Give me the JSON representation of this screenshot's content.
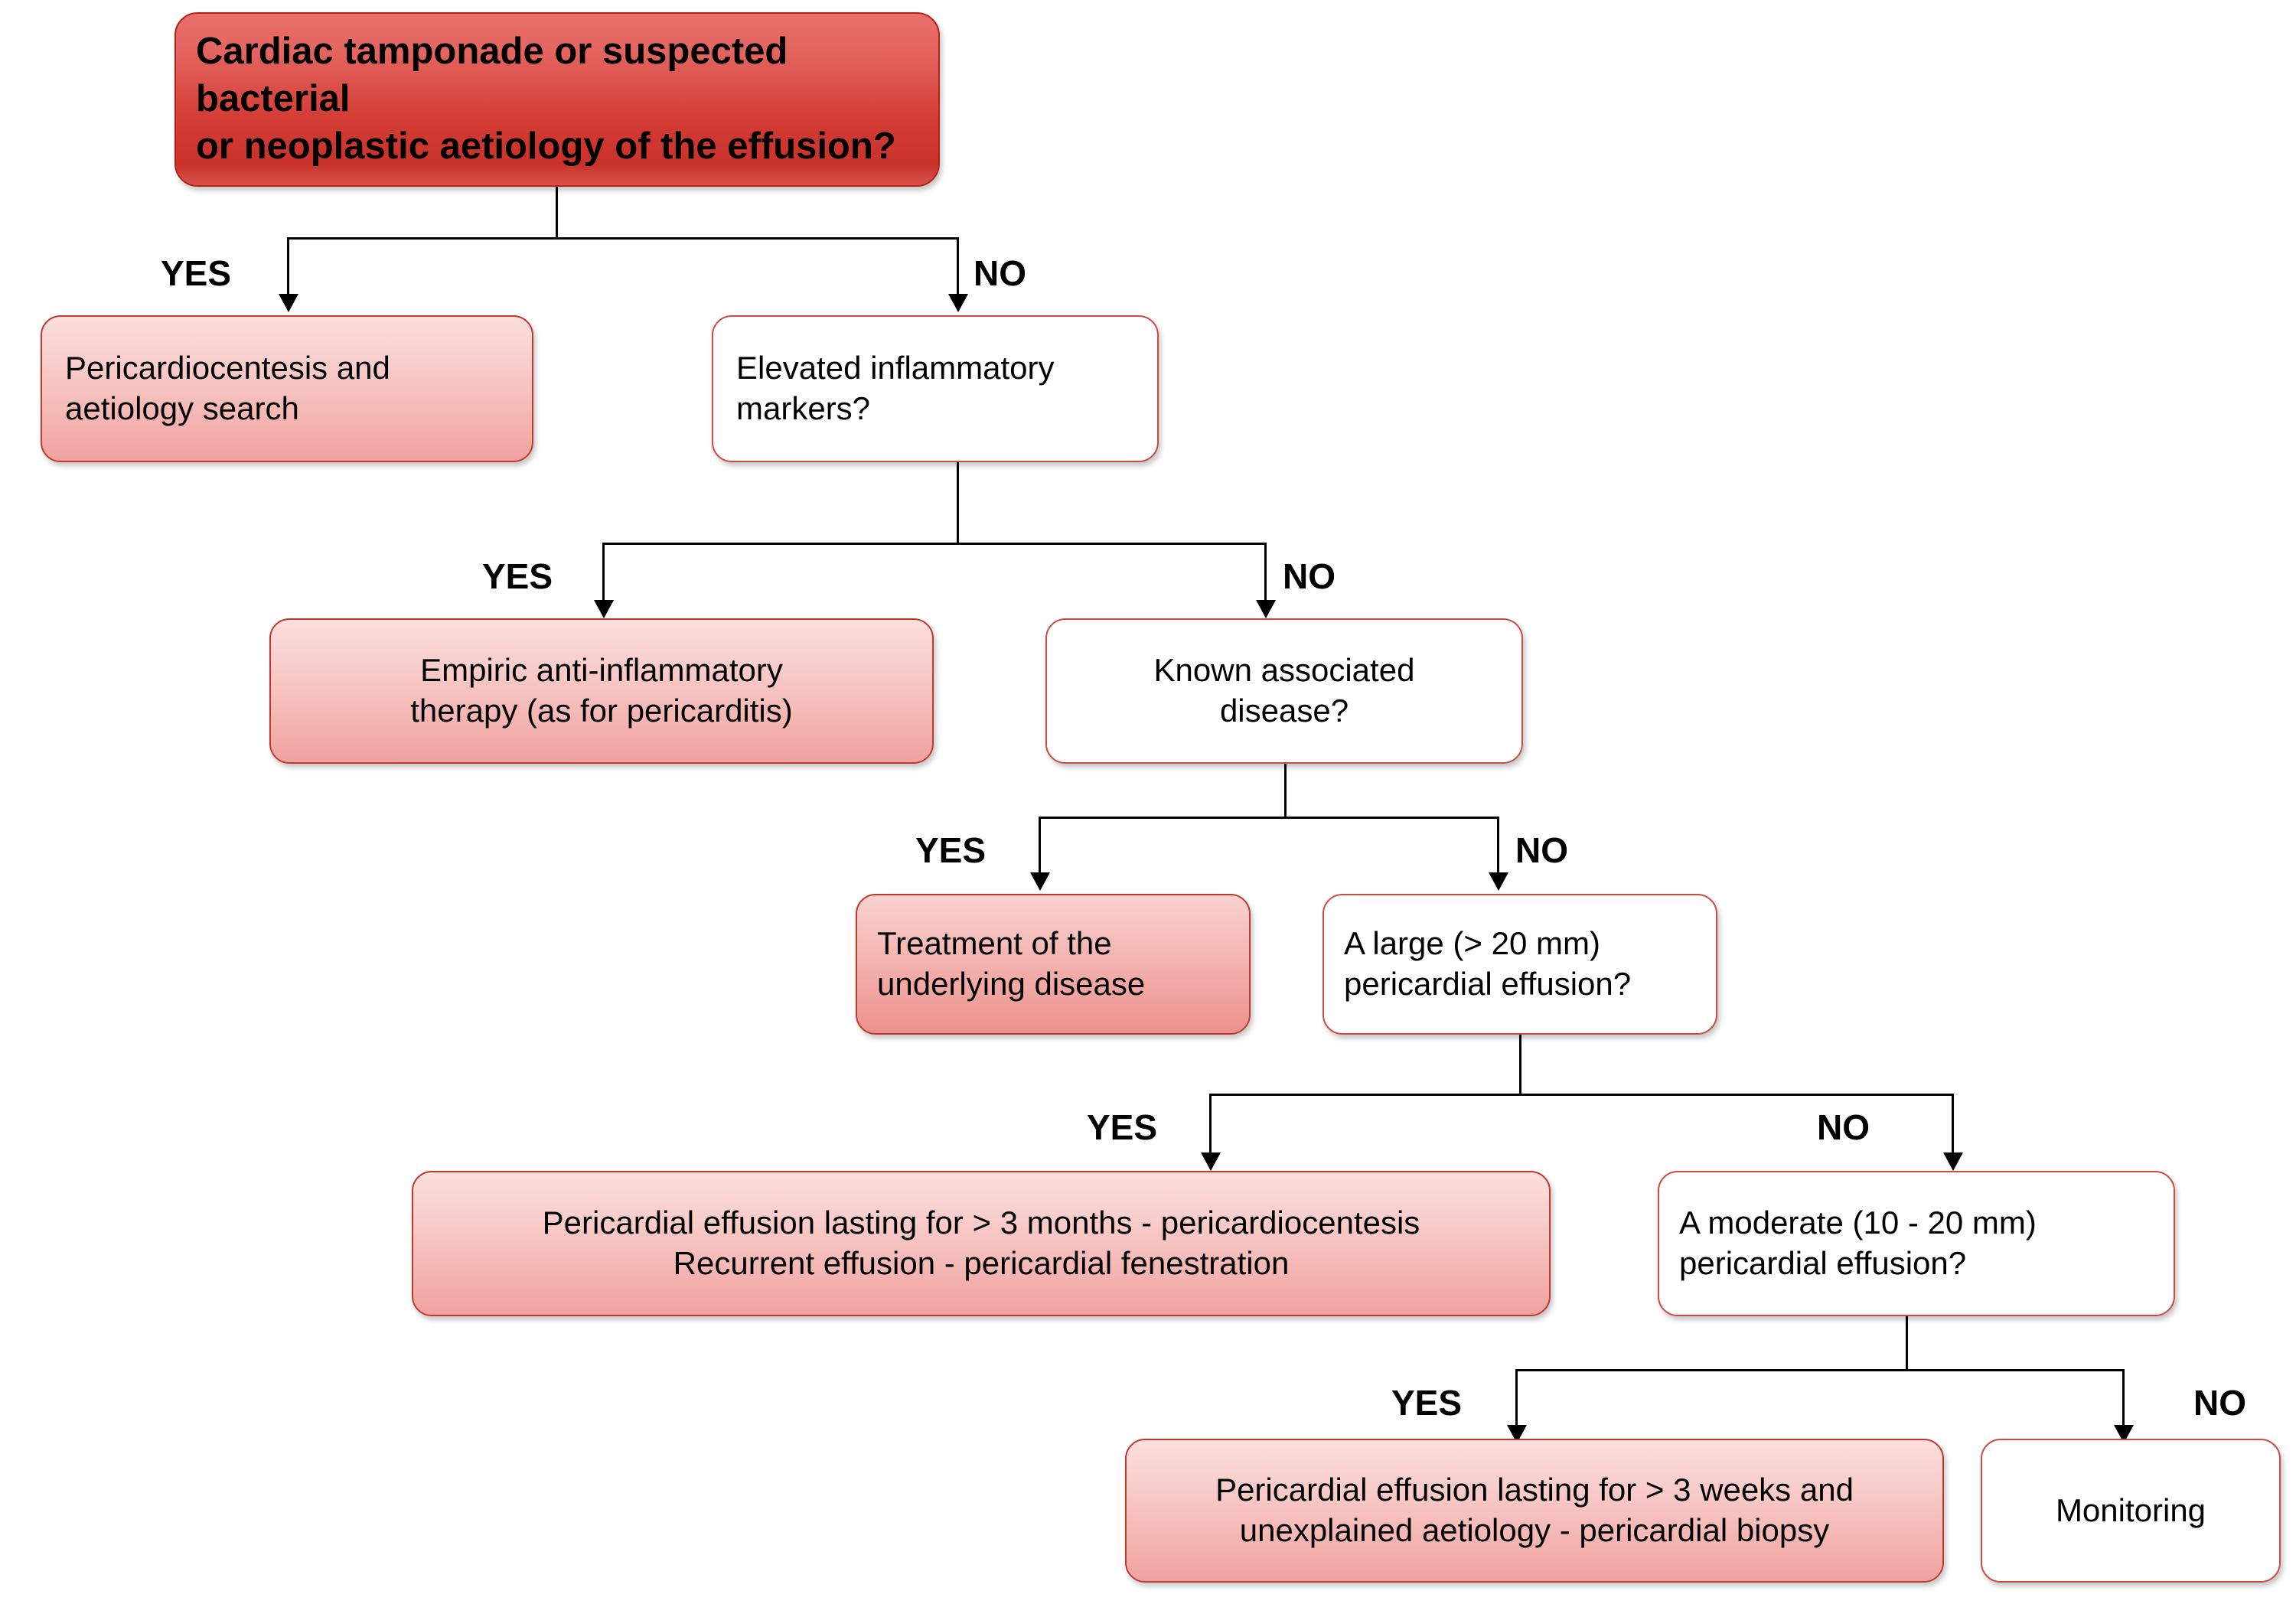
{
  "diagram": {
    "title": "Management of pericardial effusion - decision flowchart",
    "colors": {
      "root_fill": "#d33c34",
      "root_border": "#b3231c",
      "action_fill": "#f4b4b1",
      "action_border": "#c0392f",
      "decision_fill": "#ffffff",
      "decision_border": "#cc4b42",
      "connector": "#000000"
    },
    "nodes": [
      {
        "id": "root",
        "type": "decision-root",
        "lines": [
          "Cardiac tamponade or suspected bacterial",
          "or neoplastic aetiology of the effusion?"
        ]
      },
      {
        "id": "pericardiocentesis",
        "type": "action",
        "lines": [
          "Pericardiocentesis and",
          "aetiology search"
        ]
      },
      {
        "id": "inflammatory",
        "type": "decision",
        "lines": [
          "Elevated inflammatory",
          "markers?"
        ]
      },
      {
        "id": "empiric",
        "type": "action",
        "lines": [
          "Empiric anti-inflammatory",
          "therapy (as for pericarditis)"
        ]
      },
      {
        "id": "known-disease",
        "type": "decision",
        "lines": [
          "Known associated",
          "disease?"
        ]
      },
      {
        "id": "treat-underlying",
        "type": "action",
        "lines": [
          "Treatment of the",
          "underlying disease"
        ]
      },
      {
        "id": "large-effusion",
        "type": "decision",
        "lines": [
          "A large (> 20 mm)",
          "pericardial effusion?"
        ]
      },
      {
        "id": "three-months",
        "type": "action",
        "lines": [
          "Pericardial effusion lasting for > 3 months - pericardiocentesis",
          "Recurrent effusion - pericardial fenestration"
        ]
      },
      {
        "id": "moderate-effusion",
        "type": "decision",
        "lines": [
          "A moderate (10 - 20 mm)",
          "pericardial effusion?"
        ]
      },
      {
        "id": "three-weeks",
        "type": "action",
        "lines": [
          "Pericardial effusion lasting for > 3 weeks and",
          "unexplained aetiology - pericardial biopsy"
        ]
      },
      {
        "id": "monitoring",
        "type": "decision",
        "lines": [
          "Monitoring"
        ]
      }
    ],
    "branch_labels": {
      "yes": "YES",
      "no": "NO"
    },
    "edges": [
      {
        "from": "root",
        "yes_to": "pericardiocentesis",
        "no_to": "inflammatory"
      },
      {
        "from": "inflammatory",
        "yes_to": "empiric",
        "no_to": "known-disease"
      },
      {
        "from": "known-disease",
        "yes_to": "treat-underlying",
        "no_to": "large-effusion"
      },
      {
        "from": "large-effusion",
        "yes_to": "three-months",
        "no_to": "moderate-effusion"
      },
      {
        "from": "moderate-effusion",
        "yes_to": "three-weeks",
        "no_to": "monitoring"
      }
    ]
  }
}
